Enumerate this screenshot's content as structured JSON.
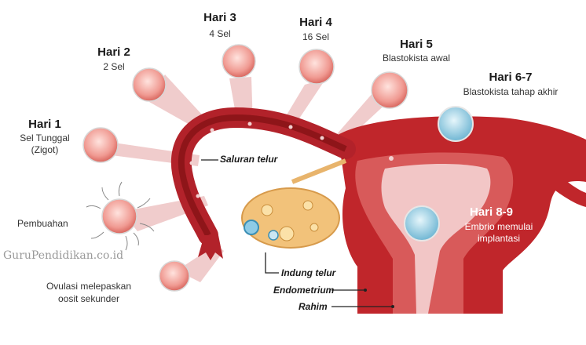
{
  "stages": {
    "d1": {
      "title": "Hari 1",
      "line1": "Sel Tunggal",
      "line2": "(Zigot)"
    },
    "d2": {
      "title": "Hari 2",
      "line1": "2 Sel"
    },
    "d3": {
      "title": "Hari 3",
      "line1": "4 Sel"
    },
    "d4": {
      "title": "Hari 4",
      "line1": "16 Sel"
    },
    "d5": {
      "title": "Hari 5",
      "line1": "Blastokista awal"
    },
    "d67": {
      "title": "Hari 6-7",
      "line1": "Blastokista tahap akhir"
    },
    "d89": {
      "title": "Hari 8-9",
      "line1": "Embrio memulai",
      "line2": "implantasi"
    }
  },
  "fertilization": "Pembuahan",
  "ovulation": {
    "line1": "Ovulasi melepaskan",
    "line2": "oosit sekunder"
  },
  "anatomy": {
    "tube": "Saluran telur",
    "ovary": "Indung telur",
    "endometrium": "Endometrium",
    "uterus": "Rahim"
  },
  "watermark": "GuruPendidikan.co.id",
  "colors": {
    "tissue": "#c0262b",
    "tissue_dark": "#8e1519",
    "lining": "#e8a8a8",
    "cell": "#f4a6a0",
    "blast": "#8ec9e0"
  }
}
